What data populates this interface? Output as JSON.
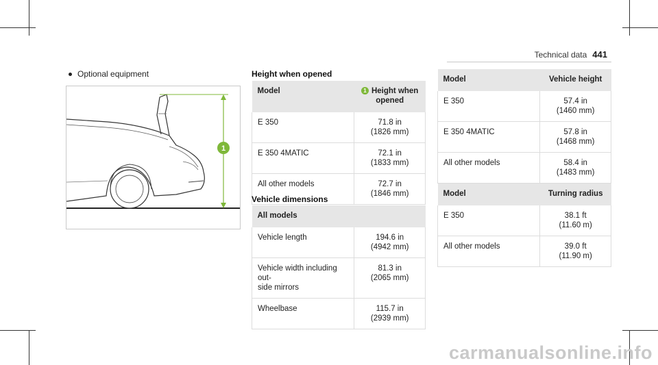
{
  "header": {
    "title": "Technical data",
    "page": "441"
  },
  "bullet": "Optional equipment",
  "figure": {
    "callout": "1",
    "accent": "#7fb83a"
  },
  "height_opened": {
    "title": "Height when opened",
    "col_model": "Model",
    "col_value_badge": "1",
    "col_value": "Height when opened",
    "rows": [
      {
        "model": "E 350",
        "value1": "71.8 in",
        "value2": "(1826 mm)"
      },
      {
        "model": "E 350 4MATIC",
        "value1": "72.1 in",
        "value2": "(1833 mm)"
      },
      {
        "model": "All other models",
        "value1": "72.7 in",
        "value2": "(1846 mm)"
      }
    ]
  },
  "vehicle_dimensions": {
    "title": "Vehicle dimensions",
    "subheader": "All models",
    "rows": [
      {
        "label1": "Vehicle length",
        "label2": "",
        "value1": "194.6 in",
        "value2": "(4942 mm)"
      },
      {
        "label1": "Vehicle width including out-",
        "label2": "side mirrors",
        "value1": "81.3 in",
        "value2": "(2065 mm)"
      },
      {
        "label1": "Wheelbase",
        "label2": "",
        "value1": "115.7 in",
        "value2": "(2939 mm)"
      }
    ]
  },
  "vehicle_height": {
    "col_model": "Model",
    "col_value": "Vehicle height",
    "rows": [
      {
        "model": "E 350",
        "value1": "57.4 in",
        "value2": "(1460 mm)"
      },
      {
        "model": "E 350 4MATIC",
        "value1": "57.8 in",
        "value2": "(1468 mm)"
      },
      {
        "model": "All other models",
        "value1": "58.4 in",
        "value2": "(1483 mm)"
      }
    ]
  },
  "turning": {
    "col_model": "Model",
    "col_value": "Turning radius",
    "rows": [
      {
        "model": "E 350",
        "value1": "38.1 ft",
        "value2": "(11.60 m)"
      },
      {
        "model": "All other models",
        "value1": "39.0 ft",
        "value2": "(11.90 m)"
      }
    ]
  },
  "watermark": "carmanualsonline.info"
}
